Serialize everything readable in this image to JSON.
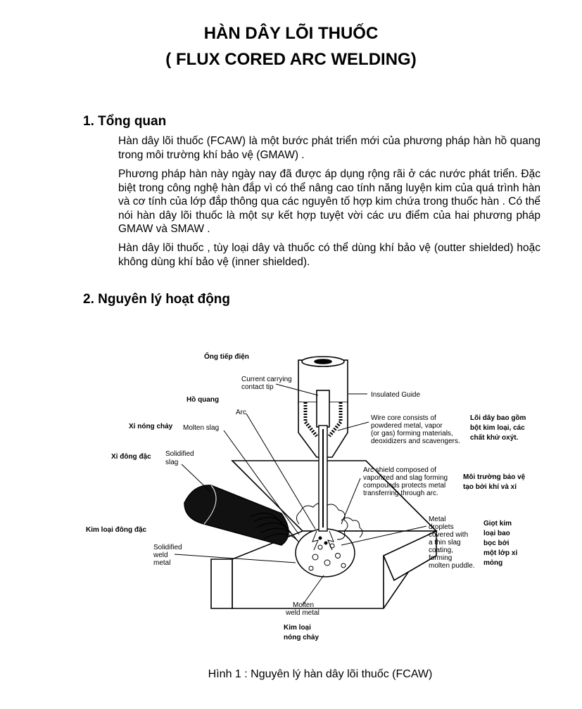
{
  "title": {
    "line1": "HÀN DÂY LÕI THUỐC",
    "line2": "( FLUX CORED ARC WELDING)"
  },
  "section1": {
    "heading": "1.  Tổng quan",
    "paragraphs": [
      "Hàn dây lõi thuốc (FCAW) là một bước phát triển mới của phương pháp hàn hồ quang trong môi trường khí bảo vệ (GMAW) .",
      "Phương pháp hàn này ngày nay đã được áp dụng rộng rãi ở các nước phát triển. Đặc biệt trong công nghệ hàn đắp vì có thể nâng cao tính năng luyện kim của quá trình hàn và cơ tính của lớp đắp thông qua các nguyên tố hợp kim chứa trong thuốc hàn . Có thể nói hàn dây lõi thuốc là một sự kết hợp tuyệt vời các ưu điểm của hai phương pháp GMAW và SMAW .",
      "Hàn dây lõi thuốc , tùy loại dây và thuốc có thể dùng khí bảo vệ (outter shielded) hoặc không dùng khí bảo vệ (inner shielded)."
    ]
  },
  "section2": {
    "heading": "2.  Nguyên lý hoạt động"
  },
  "figure": {
    "vn_labels": {
      "ong_tiep_dien": "Ống tiếp điện",
      "ho_quang": "Hồ quang",
      "xi_nong_chay": "Xỉ nóng chảy",
      "xi_dong_dac": "Xỉ đông đặc",
      "kim_loai_dong_dac": "Kim loại đông đặc",
      "kim_loai_nong_chay_1": "Kim loại",
      "kim_loai_nong_chay_2": "nóng chảy",
      "loi_day_1": "Lõi dây bao gồm",
      "loi_day_2": "bột kim loại, các",
      "loi_day_3": "chất khử oxýt.",
      "moi_truong_1": "Môi trường bảo vệ",
      "moi_truong_2": "tạo bởi khí và xỉ",
      "giot_1": "Giọt kim",
      "giot_2": "loại bao",
      "giot_3": "bọc bởi",
      "giot_4": "một lớp xỉ",
      "giot_5": "mỏng"
    },
    "en_labels": {
      "current_tip_1": "Current carrying",
      "current_tip_2": "contact tip",
      "insulated_guide": "Insulated Guide",
      "arc": "Arc",
      "molten_slag": "Molten slag",
      "solidified_slag_1": "Solidified",
      "solidified_slag_2": "slag",
      "wire_core_1": "Wire core consists of",
      "wire_core_2": "powdered metal, vapor",
      "wire_core_3": "(or gas) forming materials,",
      "wire_core_4": "deoxidizers and scavengers.",
      "arc_shield_1": "Arc shield composed of",
      "arc_shield_2": "vaporized and slag forming",
      "arc_shield_3": "compounds protects metal",
      "arc_shield_4": "transferring through arc.",
      "droplets_1": "Metal",
      "droplets_2": "droplets",
      "droplets_3": "covered with",
      "droplets_4": "a thin slag",
      "droplets_5": "coating,",
      "droplets_6": "forming",
      "droplets_7": "molten puddle.",
      "solid_weld_1": "Solidified",
      "solid_weld_2": "weld",
      "solid_weld_3": "metal",
      "molten_weld_1": "Molten",
      "molten_weld_2": "weld metal"
    }
  },
  "caption": "Hình 1 : Nguyên lý hàn dây lõi thuốc (FCAW)"
}
